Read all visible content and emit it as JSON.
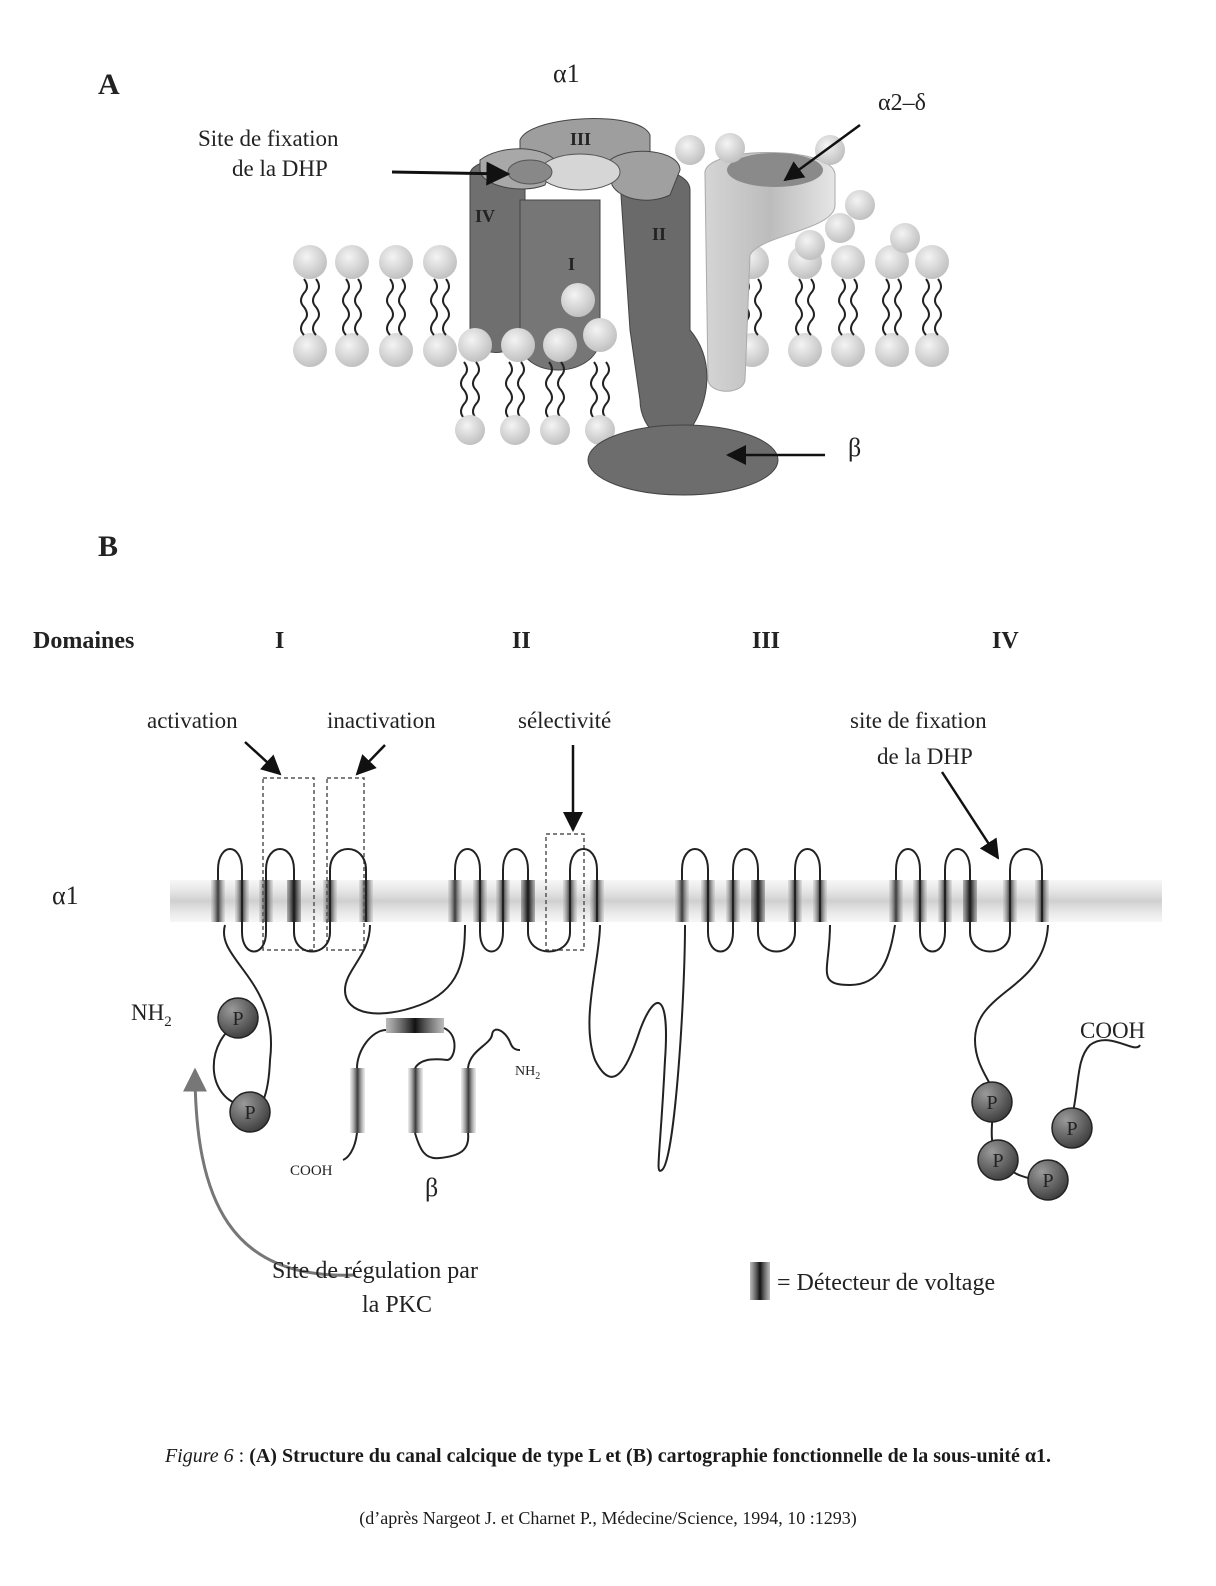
{
  "panel_a": {
    "label": "A",
    "alpha1": "α1",
    "alpha2delta": "α2–δ",
    "beta": "β",
    "dhp_site_line1": "Site de fixation",
    "dhp_site_line2": "de la DHP",
    "domains": [
      "III",
      "IV",
      "II",
      "I"
    ]
  },
  "panel_b": {
    "label": "B",
    "domaines_label": "Domaines",
    "domains": [
      "I",
      "II",
      "III",
      "IV"
    ],
    "activation": "activation",
    "inactivation": "inactivation",
    "selectivite": "sélectivité",
    "dhp_site_line1": "site de fixation",
    "dhp_site_line2": "de la DHP",
    "alpha1": "α1",
    "nh2_alpha": "NH",
    "nh2_sub": "2",
    "nh2_beta": "NH",
    "cooh_alpha": "COOH",
    "cooh_beta": "COOH",
    "beta": "β",
    "phospho": "P",
    "pkc_line1": "Site de régulation par",
    "pkc_line2": "la PKC",
    "legend_text": "= Détecteur de voltage"
  },
  "caption": {
    "fig_label": "Figure 6",
    "sep": " : ",
    "title": "(A) Structure du canal calcique de type L et (B) cartographie fonctionnelle de la sous-unité α1.",
    "source": "(d’après Nargeot J. et Charnet P., Médecine/Science, 1994, 10 :1293)"
  }
}
